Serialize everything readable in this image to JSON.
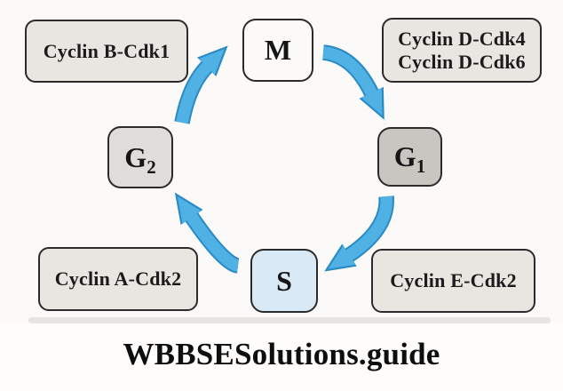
{
  "figure": {
    "phases": {
      "m": {
        "label": "M"
      },
      "g1": {
        "base": "G",
        "subscript": "1"
      },
      "s": {
        "label": "S"
      },
      "g2": {
        "base": "G",
        "subscript": "2"
      }
    },
    "labels": {
      "cyclin_b": "Cyclin B-Cdk1",
      "cyclin_d_line1": "Cyclin D-Cdk4",
      "cyclin_d_line2": "Cyclin D-Cdk6",
      "cyclin_a": "Cyclin A-Cdk2",
      "cyclin_e": "Cyclin E-Cdk2"
    },
    "arrows": [
      {
        "name": "arrow-g2-to-m",
        "from": "G2",
        "to": "M"
      },
      {
        "name": "arrow-m-to-g1",
        "from": "M",
        "to": "G1"
      },
      {
        "name": "arrow-g1-to-s",
        "from": "G1",
        "to": "S"
      },
      {
        "name": "arrow-s-to-g2",
        "from": "S",
        "to": "G2"
      }
    ],
    "colors": {
      "arrow_fill": "#4fb1e4",
      "arrow_outline": "#2a8ac4",
      "phase_m_bg": "#fbfaf8",
      "phase_g1_bg": "#c9c5c1",
      "phase_g2_bg": "#dfdcd9",
      "phase_s_bg": "#d9e9f6",
      "cyclin_box_bg": "#e9e5e1",
      "box_border": "#2b2b2b"
    }
  },
  "footer": {
    "watermark": "WBBSESolutions.guide"
  }
}
